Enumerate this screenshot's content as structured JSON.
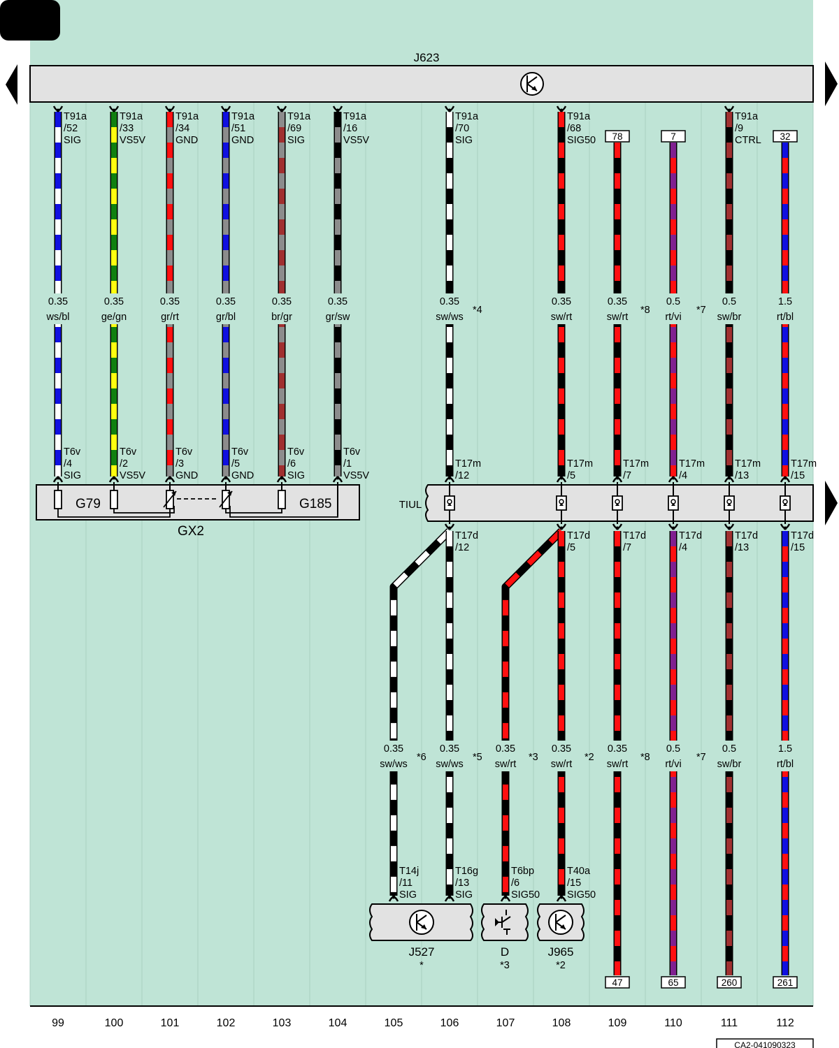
{
  "diagram_id": "CA2-041090323",
  "ecu": {
    "label": "J623"
  },
  "interface": {
    "label": "TIUL"
  },
  "sensor_assembly": {
    "label": "GX2",
    "sensor_a": "G79",
    "sensor_b": "G185"
  },
  "components": [
    {
      "key": "J527",
      "label": "J527",
      "note": "*"
    },
    {
      "key": "D",
      "label": "D",
      "note": "*3"
    },
    {
      "key": "J965",
      "label": "J965",
      "note": "*2"
    }
  ],
  "colors": {
    "background": "#bfe4d6",
    "bar": "#e2e2e2",
    "ws": "#ffffff",
    "bl": "#1010e0",
    "ge": "#ffff10",
    "gn": "#108010",
    "gr": "#8c8c8c",
    "rt": "#ff1010",
    "br": "#a03030",
    "sw": "#000000",
    "vi": "#802090"
  },
  "columns": [
    "99",
    "100",
    "101",
    "102",
    "103",
    "104",
    "105",
    "106",
    "107",
    "108",
    "109",
    "110",
    "111",
    "112"
  ],
  "wires": [
    {
      "col": "99",
      "size": "0.35",
      "color": "ws/bl",
      "top_pin": [
        "T91a",
        "/52",
        "SIG"
      ],
      "bot_pin": [
        "T6v",
        "/4",
        "SIG"
      ]
    },
    {
      "col": "100",
      "size": "0.35",
      "color": "ge/gn",
      "top_pin": [
        "T91a",
        "/33",
        "VS5V"
      ],
      "bot_pin": [
        "T6v",
        "/2",
        "VS5V"
      ]
    },
    {
      "col": "101",
      "size": "0.35",
      "color": "gr/rt",
      "top_pin": [
        "T91a",
        "/34",
        "GND"
      ],
      "bot_pin": [
        "T6v",
        "/3",
        "GND"
      ]
    },
    {
      "col": "102",
      "size": "0.35",
      "color": "gr/bl",
      "top_pin": [
        "T91a",
        "/51",
        "GND"
      ],
      "bot_pin": [
        "T6v",
        "/5",
        "GND"
      ]
    },
    {
      "col": "103",
      "size": "0.35",
      "color": "br/gr",
      "top_pin": [
        "T91a",
        "/69",
        "SIG"
      ],
      "bot_pin": [
        "T6v",
        "/6",
        "SIG"
      ]
    },
    {
      "col": "104",
      "size": "0.35",
      "color": "gr/sw",
      "top_pin": [
        "T91a",
        "/16",
        "VS5V"
      ],
      "bot_pin": [
        "T6v",
        "/1",
        "VS5V"
      ]
    },
    {
      "col": "106",
      "size": "0.35",
      "color": "sw/ws",
      "note": "*4",
      "top_pin": [
        "T91a",
        "/70",
        "SIG"
      ],
      "bot_pin": [
        "T17m",
        "/12"
      ]
    },
    {
      "col": "108",
      "size": "0.35",
      "color": "sw/rt",
      "top_pin": [
        "T91a",
        "/68",
        "SIG50"
      ],
      "bot_pin": [
        "T17m",
        "/5"
      ]
    },
    {
      "col": "109",
      "size": "0.35",
      "color": "sw/rt",
      "note": "*8",
      "ref": "78",
      "bot_pin": [
        "T17m",
        "/7"
      ]
    },
    {
      "col": "110",
      "size": "0.5",
      "color": "rt/vi",
      "note": "*7",
      "ref": "7",
      "bot_pin": [
        "T17m",
        "/4"
      ]
    },
    {
      "col": "111",
      "size": "0.5",
      "color": "sw/br",
      "top_pin": [
        "T91a",
        "/9",
        "CTRL"
      ],
      "bot_pin": [
        "T17m",
        "/13"
      ]
    },
    {
      "col": "112",
      "size": "1.5",
      "color": "rt/bl",
      "ref": "32",
      "bot_pin": [
        "T17m",
        "/15"
      ]
    }
  ],
  "lower_wires": [
    {
      "col": "105",
      "from_col": "106",
      "size": "0.35",
      "color": "sw/ws",
      "note": "*6",
      "top_pin": [
        "T17d",
        "/12"
      ],
      "bot_pin": [
        "T14j",
        "/11",
        "SIG"
      ],
      "component": "J527"
    },
    {
      "col": "106",
      "size": "0.35",
      "color": "sw/ws",
      "note": "*5",
      "top_pin": [
        "T17d",
        "/12"
      ],
      "bot_pin": [
        "T16g",
        "/13",
        "SIG"
      ],
      "component": "J527"
    },
    {
      "col": "107",
      "from_col": "108",
      "size": "0.35",
      "color": "sw/rt",
      "note": "*3",
      "top_pin": [
        "T17d",
        "/5"
      ],
      "bot_pin": [
        "T6bp",
        "/6",
        "SIG50"
      ],
      "component": "D"
    },
    {
      "col": "108",
      "size": "0.35",
      "color": "sw/rt",
      "note": "*2",
      "top_pin": [
        "T17d",
        "/5"
      ],
      "bot_pin": [
        "T40a",
        "/15",
        "SIG50"
      ],
      "component": "J965"
    },
    {
      "col": "109",
      "size": "0.35",
      "color": "sw/rt",
      "note": "*8",
      "top_pin": [
        "T17d",
        "/7"
      ],
      "ref": "47"
    },
    {
      "col": "110",
      "size": "0.5",
      "color": "rt/vi",
      "note": "*7",
      "top_pin": [
        "T17d",
        "/4"
      ],
      "ref": "65"
    },
    {
      "col": "111",
      "size": "0.5",
      "color": "sw/br",
      "top_pin": [
        "T17d",
        "/13"
      ],
      "ref": "260"
    },
    {
      "col": "112",
      "size": "1.5",
      "color": "rt/bl",
      "top_pin": [
        "T17d",
        "/15"
      ],
      "ref": "261"
    }
  ]
}
